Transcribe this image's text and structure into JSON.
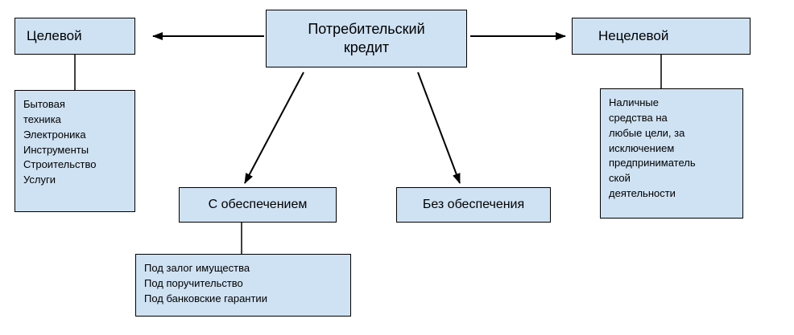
{
  "theme": {
    "node_fill": "#cfe2f3",
    "node_border": "#000000",
    "arrow_color": "#000000",
    "background": "#ffffff"
  },
  "diagram": {
    "nodes": {
      "root": {
        "label": "Потребительский\nкредит"
      },
      "targeted": {
        "label": "Целевой"
      },
      "non_targeted": {
        "label": "Нецелевой"
      },
      "secured": {
        "label": "С обеспечением"
      },
      "unsecured": {
        "label": "Без обеспечения"
      },
      "targeted_list": {
        "label": "Бытовая\nтехника\nЭлектроника\nИнструменты\nСтроительство\nУслуги"
      },
      "non_targeted_desc": {
        "label": "Наличные\nсредства на\nлюбые цели, за\nисключением\nпредприниматель\nской\nдеятельности"
      },
      "secured_list": {
        "label": "Под залог имущества\nПод поручительство\nПод банковские гарантии"
      }
    }
  }
}
